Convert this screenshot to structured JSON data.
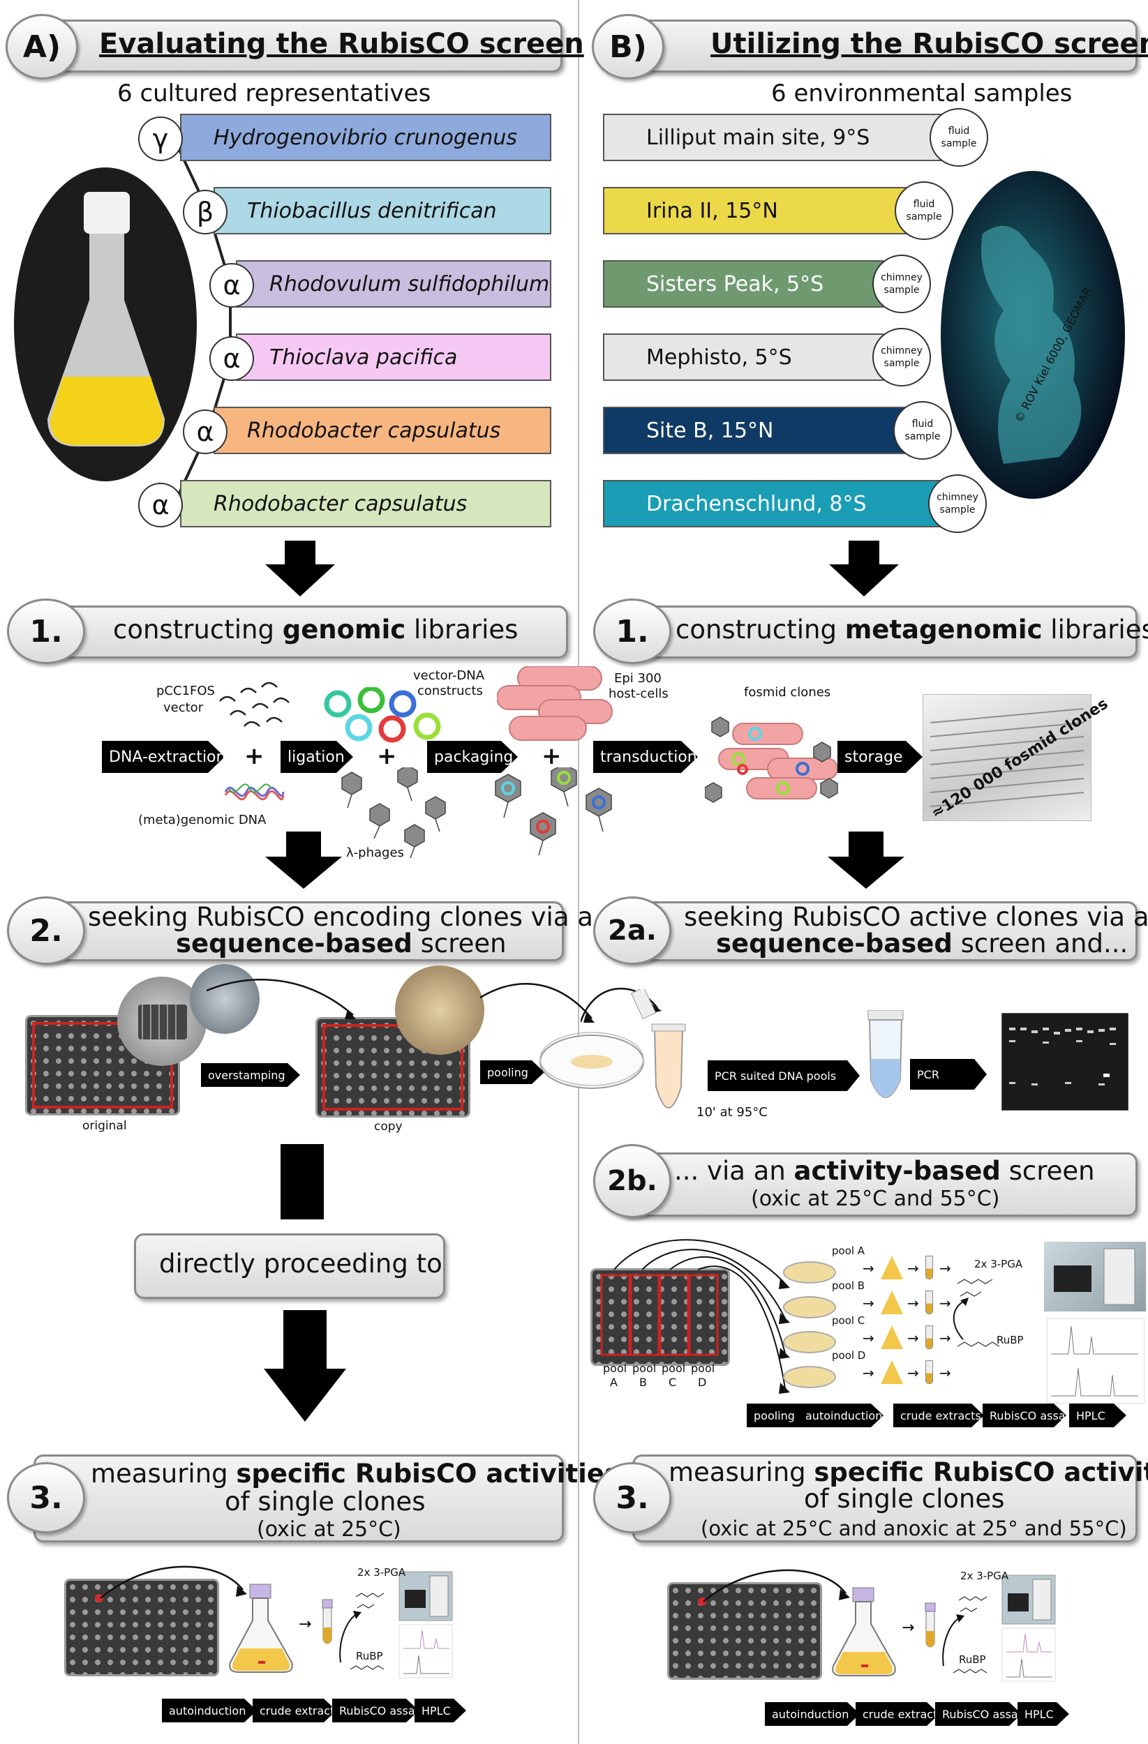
{
  "panel_a": {
    "letter": "A)",
    "title": "Evaluating the RubisCO screen",
    "subtitle": "6 cultured representatives",
    "species": [
      {
        "greek": "γ",
        "name": "Hydrogenovibrio crunogenus",
        "color": "#8eaadc"
      },
      {
        "greek": "β",
        "name": "Thiobacillus denitrifican",
        "color": "#add8e6"
      },
      {
        "greek": "α",
        "name": "Rhodovulum sulfidophilum",
        "color": "#c9bedf"
      },
      {
        "greek": "α",
        "name": "Thioclava pacifica",
        "color": "#f6c9f4"
      },
      {
        "greek": "α",
        "name": "Rhodobacter capsulatus",
        "color": "#f7b57f"
      },
      {
        "greek": "α",
        "name": "Rhodobacter capsulatus",
        "color": "#d6e7bd"
      }
    ],
    "step1": {
      "num": "1.",
      "pre": "constructing ",
      "bold": "genomic",
      "post": " libraries"
    },
    "step2": {
      "num": "2.",
      "line1": "seeking RubisCO encoding clones via a",
      "bold": "sequence-based",
      "post": " screen"
    },
    "direct": "directly proceeding to",
    "step3": {
      "num": "3.",
      "pre": "measuring ",
      "bold": "specific RubisCO activities",
      "line2": "of single clones",
      "line3": "(oxic at 25°C)"
    },
    "step3_arrows": [
      "autoinduction",
      "crude extract",
      "RubisCO assay",
      "HPLC"
    ]
  },
  "panel_b": {
    "letter": "B)",
    "title": "Utilizing the RubisCO screen",
    "subtitle": "6 environmental samples",
    "sites": [
      {
        "name": "Lilliput main site, 9°S",
        "tag": "fluid sample",
        "color": "#e6e6e6",
        "text": "#111111"
      },
      {
        "name": "Irina II, 15°N",
        "tag": "fluid sample",
        "color": "#ecd94a",
        "text": "#111111"
      },
      {
        "name": "Sisters Peak, 5°S",
        "tag": "chimney sample",
        "color": "#6f9a70",
        "text": "#ffffff"
      },
      {
        "name": "Mephisto, 5°S",
        "tag": "chimney sample",
        "color": "#e6e6e6",
        "text": "#111111"
      },
      {
        "name": "Site B, 15°N",
        "tag": "fluid sample",
        "color": "#0f3a66",
        "text": "#ffffff"
      },
      {
        "name": "Drachenschlund, 8°S",
        "tag": "chimney sample",
        "color": "#1a9db5",
        "text": "#ffffff"
      }
    ],
    "photo_credit": "© ROV Kiel 6000, GEOMAR",
    "step1": {
      "num": "1.",
      "pre": "constructing ",
      "bold": "metagenomic",
      "post": " libraries"
    },
    "step2a": {
      "num": "2a.",
      "line1": "seeking RubisCO active clones via a",
      "bold": "sequence-based",
      "post": " screen and..."
    },
    "step2b": {
      "num": "2b.",
      "pre": "... via an ",
      "bold": "activity-based",
      "post": " screen",
      "line2": "(oxic at 25°C and 55°C)"
    },
    "pools": [
      "pool A",
      "pool B",
      "pool C",
      "pool D"
    ],
    "plate_pool_labels": [
      [
        "pool",
        "A"
      ],
      [
        "pool",
        "B"
      ],
      [
        "pool",
        "C"
      ],
      [
        "pool",
        "D"
      ]
    ],
    "pga_label": "2x 3-PGA",
    "rubp_label": "RuBP",
    "step2b_arrows": [
      "pooling",
      "autoinduction",
      "crude extracts",
      "RubisCO assay",
      "HPLC"
    ],
    "step3": {
      "num": "3.",
      "pre": "measuring ",
      "bold": "specific RubisCO activities",
      "line2": "of single clones",
      "line3": "(oxic at 25°C and anoxic at 25° and 55°C)"
    },
    "step3_arrows": [
      "autoinduction",
      "crude extract",
      "RubisCO assay",
      "HPLC"
    ]
  },
  "library": {
    "vector_label_1": "pCC1FOS",
    "vector_label_2": "vector",
    "constructs_label_1": "vector-DNA",
    "constructs_label_2": "constructs",
    "host_label_1": "Epi 300",
    "host_label_2": "host-cells",
    "fosmid_label": "fosmid clones",
    "dna_label": "(meta)genomic DNA",
    "phage_label": "λ-phages",
    "storage_note": "≈120 000 fosmid clones",
    "arrows": [
      "DNA-extraction",
      "ligation",
      "packaging",
      "transduction",
      "storage"
    ]
  },
  "pcr_row": {
    "original": "original",
    "copy": "copy",
    "overstamping": "overstamping",
    "pooling": "pooling",
    "heat": "10' at 95°C",
    "pcr_pools": "PCR suited DNA pools",
    "pcr": "PCR"
  },
  "small_labels": {
    "pga": "2x 3-PGA",
    "rubp": "RuBP"
  }
}
